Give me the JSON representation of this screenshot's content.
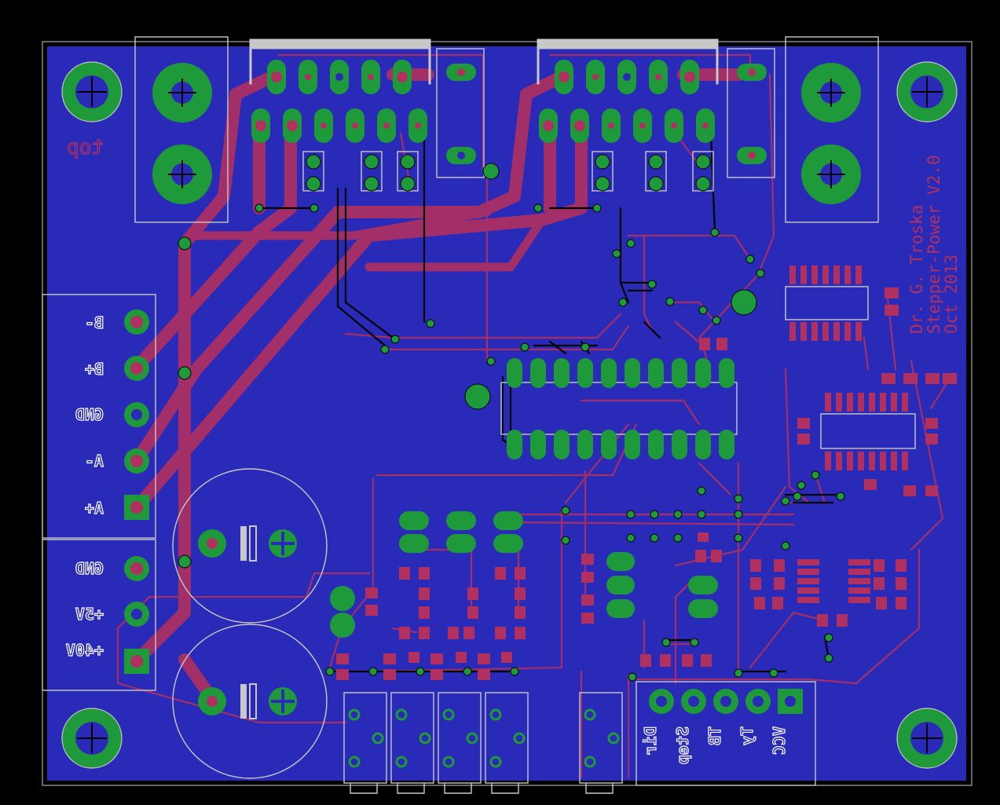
{
  "board": {
    "credit_line1": "Dr. G. Troska",
    "credit_line2": "Stepper-Power V2.0",
    "credit_line3": "Oct 2013",
    "side_label": "top"
  },
  "motor_connector": {
    "pins": [
      "B-",
      "B+",
      "GND",
      "A-",
      "A+"
    ]
  },
  "power_connector": {
    "pins": [
      "GND",
      "+5V",
      "+40V"
    ]
  },
  "control_connector": {
    "pins": [
      "Dir",
      "Step",
      "TB",
      "Ty",
      "VCC"
    ]
  },
  "colors": {
    "background": "#000000",
    "board": "#2a2ab8",
    "copper_top": "#b03060",
    "pad": "#1f9a3a",
    "outline": "#c8c8c8"
  }
}
